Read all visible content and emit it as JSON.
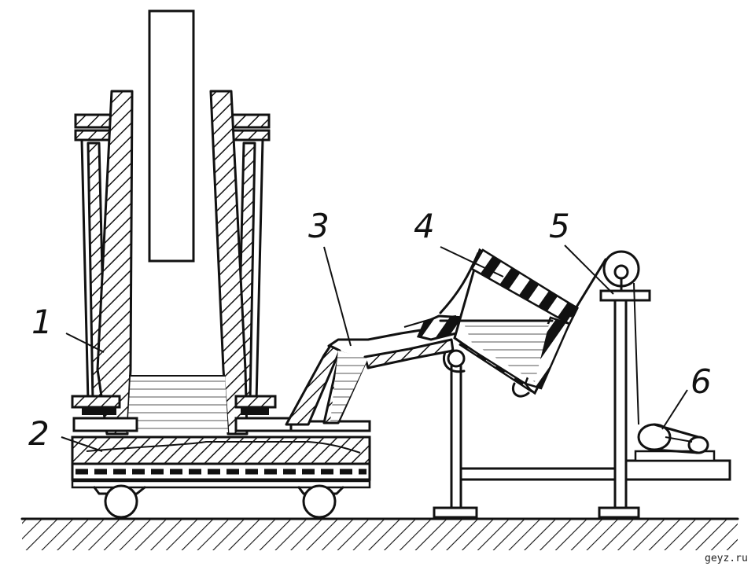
{
  "labels": {
    "l1": "1",
    "l2": "2",
    "l3": "3",
    "l4": "4",
    "l5": "5",
    "l6": "6"
  },
  "watermark": "geyz.ru"
}
